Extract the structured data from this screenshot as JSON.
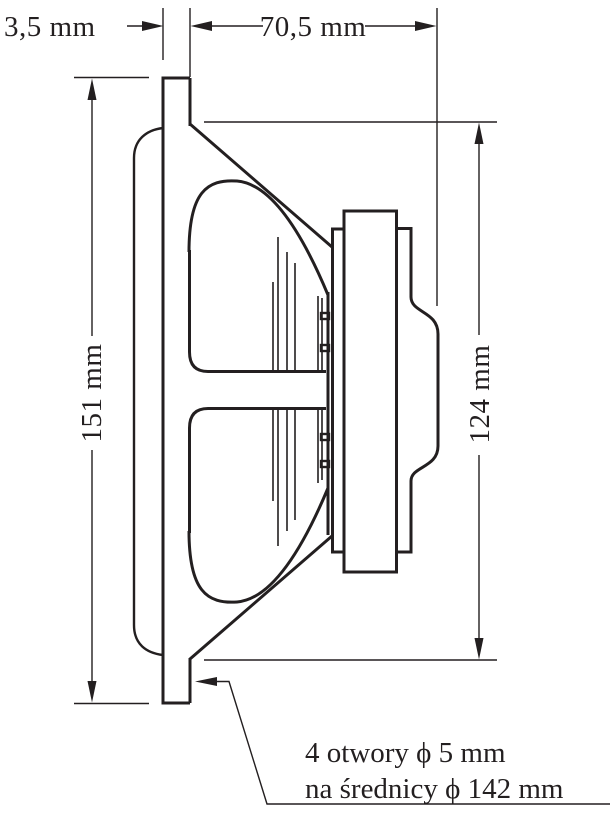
{
  "colors": {
    "ink": "#231f20",
    "background": "#ffffff"
  },
  "dimensions": {
    "flange_thickness": "3,5 mm",
    "mounting_depth": "70,5 mm",
    "front_diameter": "151 mm",
    "rear_diameter": "124 mm"
  },
  "mounting_note": {
    "line1": "4 otwory ϕ 5 mm",
    "line2": "na średnicy ϕ 142 mm"
  }
}
